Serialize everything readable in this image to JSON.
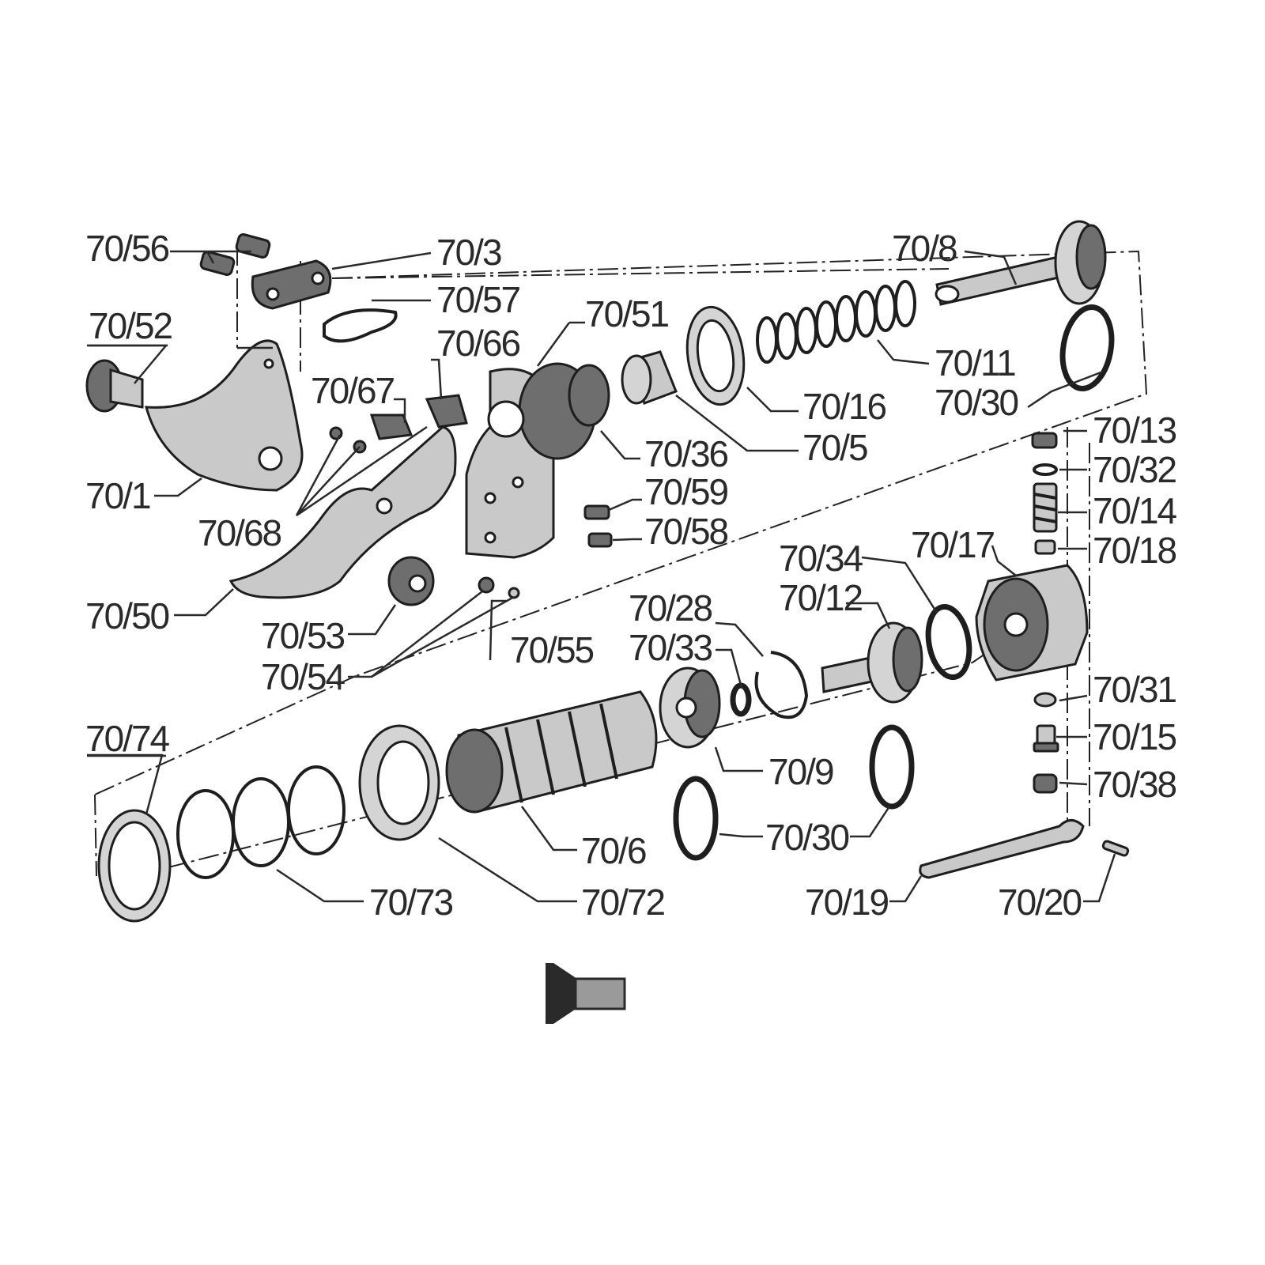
{
  "diagram": {
    "labels": {
      "l70_56": "70/56",
      "l70_3": "70/3",
      "l70_57": "70/57",
      "l70_52": "70/52",
      "l70_66": "70/66",
      "l70_51": "70/51",
      "l70_67": "70/67",
      "l70_8": "70/8",
      "l70_11": "70/11",
      "l70_30a": "70/30",
      "l70_16": "70/16",
      "l70_5": "70/5",
      "l70_36": "70/36",
      "l70_13": "70/13",
      "l70_32": "70/32",
      "l70_14": "70/14",
      "l70_18": "70/18",
      "l70_17": "70/17",
      "l70_59": "70/59",
      "l70_58": "70/58",
      "l70_1": "70/1",
      "l70_68": "70/68",
      "l70_34": "70/34",
      "l70_12": "70/12",
      "l70_50": "70/50",
      "l70_28": "70/28",
      "l70_33": "70/33",
      "l70_53": "70/53",
      "l70_55": "70/55",
      "l70_54": "70/54",
      "l70_31": "70/31",
      "l70_15": "70/15",
      "l70_9": "70/9",
      "l70_38": "70/38",
      "l70_74": "70/74",
      "l70_30b": "70/30",
      "l70_6": "70/6",
      "l70_73": "70/73",
      "l70_72": "70/72",
      "l70_19": "70/19",
      "l70_20": "70/20"
    }
  }
}
